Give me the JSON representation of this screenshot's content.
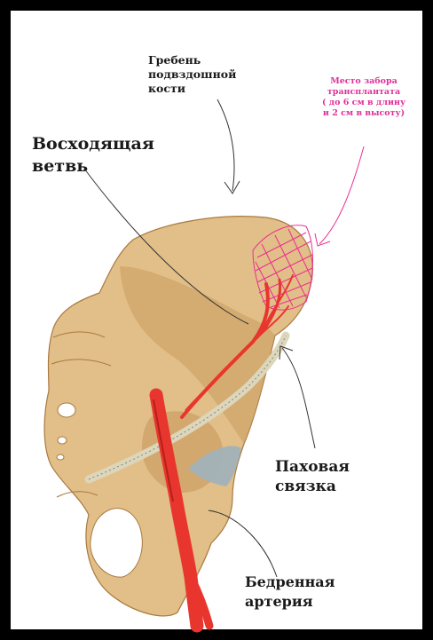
{
  "labels": {
    "iliac_crest": "Гребень\nподвздошной\nкости",
    "ascending_branch": "Восходящая\nветвь",
    "graft_site": "Место забора\nтрансплантата\n( до 6 см в длину\nи 2 см в высоту)",
    "inguinal_ligament": "Паховая\nсвязка",
    "femoral_artery": "Бедренная\nартерия"
  },
  "colors": {
    "bone": "#e2bf88",
    "bone_shadow": "#c99a5e",
    "artery": "#e8362f",
    "ligament": "#dcd6bd",
    "graft_hatch": "#ec2f90",
    "membrane": "#9fb1bd"
  }
}
